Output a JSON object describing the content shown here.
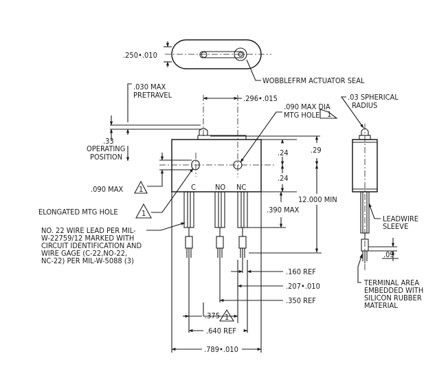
{
  "dimensions": {
    "seal_width": ".250•.010",
    "pretravel": [
      ".030 MAX",
      "PRETRAVEL"
    ],
    "center_spacing": ".296•.015",
    "operating_position_value": ".33",
    "operating_position_label": [
      "OPERATING",
      "POSITION"
    ],
    "mtg_hole": [
      ".090 MAX DIA",
      "MTG HOLE"
    ],
    "spherical_radius": [
      ".03 SPHERICAL",
      "RADIUS"
    ],
    "dim_24_upper": ".24",
    "dim_24_lower": ".24",
    "dim_29": ".29",
    "lead_length": "12.000 MIN",
    "max_090": ".090 MAX",
    "max_390": ".390 MAX",
    "dim_09": ".09",
    "ref_160": ".160 REF",
    "dim_207": ".207•.010",
    "ref_350": ".350 REF",
    "dim_375": ".375",
    "ref_640": ".640 REF",
    "overall_width": ".789•.010"
  },
  "labels": {
    "actuator_seal": "WOBBLEFRM ACTUATOR SEAL",
    "elongated_hole": "ELONGATED MTG HOLE",
    "wire_note": [
      "NO. 22 WIRE LEAD PER MIL-",
      "W-22759/12 MARKED WITH",
      "CIRCUIT IDENTIFICATION AND",
      "WIRE GAGE (C-22,NO-22,",
      "NC-22) PER MIL-W-5088 (3)"
    ],
    "terminal_c": "C",
    "terminal_no": "NO",
    "terminal_nc": "NC",
    "leadwire_sleeve": [
      "LEADWIRE",
      "SLEEVE"
    ],
    "terminal_area": [
      "TERMINAL AREA",
      "EMBEDDED WITH",
      "SILICON RUBBER",
      "MATERIAL"
    ],
    "note_flag": "1"
  }
}
